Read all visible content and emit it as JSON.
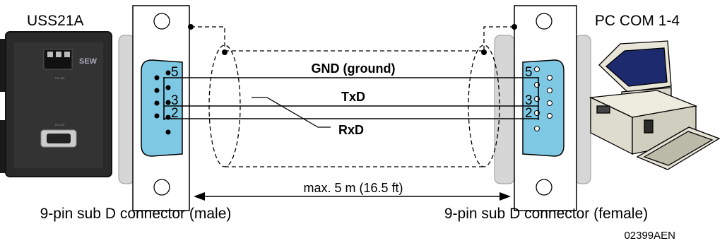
{
  "device_left": {
    "title": "USS21A",
    "brand": "SEW",
    "port_labels": [
      "RS-485",
      "RS-232"
    ]
  },
  "device_right": {
    "title": "PC COM 1-4"
  },
  "signals": [
    {
      "label": "GND (ground)",
      "pin_left": "5",
      "pin_right": "5"
    },
    {
      "label": "TxD",
      "pin_left": "3",
      "pin_right": "3"
    },
    {
      "label": "RxD",
      "pin_left": "2",
      "pin_right": "2"
    }
  ],
  "distance_label": "max. 5 m (16.5 ft)",
  "connector_left_label": "9-pin sub D connector (male)",
  "connector_right_label": "9-pin sub D connector (female)",
  "figure_id": "02399AEN",
  "colors": {
    "connector_blue": "#7ec8e3",
    "device_dark": "#2a2a2a",
    "bracket_gray": "#d6d6d6"
  }
}
